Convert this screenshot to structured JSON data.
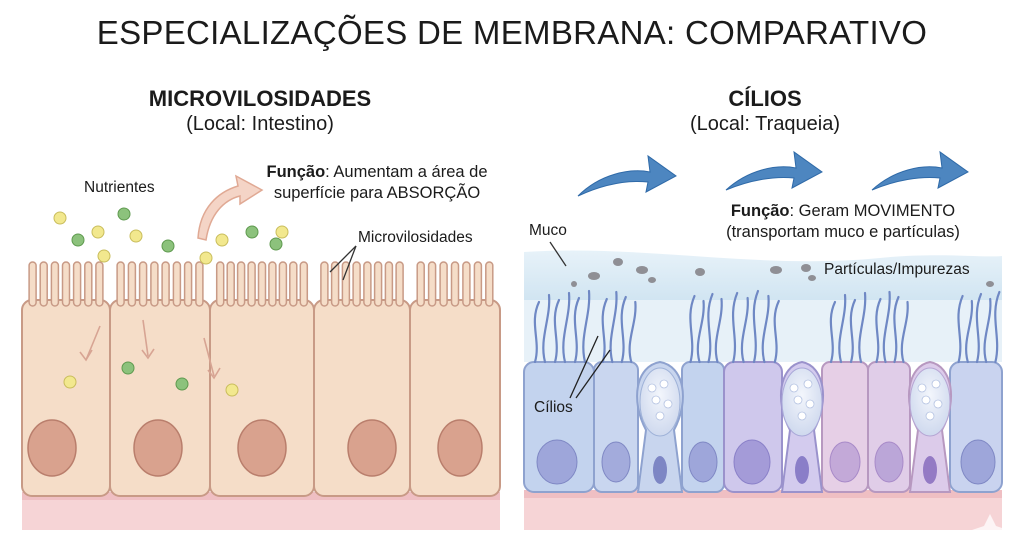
{
  "title": "ESPECIALIZAÇÕES DE MEMBRANA: COMPARATIVO",
  "left_panel": {
    "heading": "MICROVILOSIDADES",
    "location": "(Local: Intestino)",
    "function_label": "Função",
    "function_text_line1": ": Aumentam a área de",
    "function_text_line2": "superfície para ABSORÇÃO",
    "label_nutrients": "Nutrientes",
    "label_microvilli": "Microvilosidades"
  },
  "right_panel": {
    "heading": "CÍLIOS",
    "location": "(Local: Traqueia)",
    "function_label": "Função",
    "function_text_line1": ": Geram MOVIMENTO",
    "function_text_line2": "(transportam muco e partículas)",
    "label_mucus": "Muco",
    "label_particles": "Partículas/Impurezas",
    "label_cilia": "Cílios"
  },
  "colors": {
    "left_cell": "#f5ddc8",
    "left_cell_border": "#c89a86",
    "nucleus_left": "#d9a28e",
    "right_cell_blue": "#c3d3ee",
    "right_cell_violet": "#cfc8ec",
    "right_cell_pink": "#e6cfe6",
    "nucleus_right": "#9ea6da",
    "mucus": "#d6e9f4",
    "cilia": "#6f88c4",
    "arrow_blue": "#4d86c0",
    "arrow_peach": "#eec0ad",
    "nutrient_yellow": "#f2e88e",
    "nutrient_green": "#8cc27c",
    "basement": "#f2c9cf"
  },
  "icons": [
    "movement-arrow-icon",
    "absorption-arrow-icon",
    "diamond-watermark-icon"
  ]
}
